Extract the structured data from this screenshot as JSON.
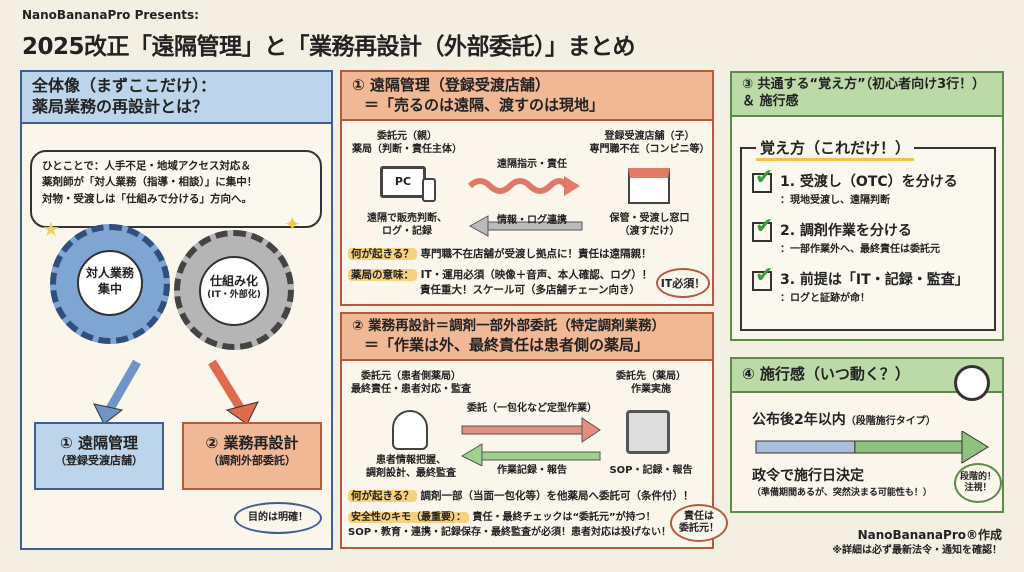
{
  "header": {
    "presenter": "NanoBananaPro Presents:",
    "title": "2025改正「遠隔管理」と「業務再設計（外部委託）」まとめ"
  },
  "overview": {
    "title1": "全体像（まずここだけ）：",
    "title2": "薬局業務の再設計とは？",
    "speech": [
      "ひとことで：人手不足・地域アクセス対応＆",
      "薬剤師が「対人業務（指導・相談）」に集中！",
      "対物・受渡しは「仕組みで分ける」方向へ。"
    ],
    "gear1": [
      "対人業務",
      "集中"
    ],
    "gear2": [
      "仕組み化",
      "(IT・外部化)"
    ],
    "box1": [
      "① 遠隔管理",
      "（登録受渡店舗）"
    ],
    "box2": [
      "② 業務再設計",
      "（調剤外部委託）"
    ],
    "bubble": "目的は明確！"
  },
  "remote": {
    "title1": "① 遠隔管理（登録受渡店舗）",
    "title2": "＝「売るのは遠隔、渡すのは現地」",
    "left": [
      "委託元（親）",
      "薬局（判断・責任主体）"
    ],
    "pc": "PC",
    "left_caption": [
      "遠隔で販売判断、",
      "ログ・記録"
    ],
    "right": [
      "登録受渡店舗（子）",
      "専門職不在（コンビニ等）"
    ],
    "right_caption": [
      "保管・受渡し窓口",
      "（渡すだけ）"
    ],
    "arrow_top": "遠隔指示・責任",
    "arrow_bottom": "情報・ログ連携",
    "q_label": "何が起きる？",
    "q_text": "専門職不在店舗が受渡し拠点に！責任は遠隔親！",
    "m_label": "薬局の意味：",
    "m_text1": "IT・運用必須（映像＋音声、本人確認、ログ）！",
    "m_text2": "責任重大！スケール可（多店舗チェーン向き）",
    "bubble": "IT必須！"
  },
  "redesign": {
    "title1": "② 業務再設計＝調剤一部外部委託（特定調剤業務）",
    "title2": "＝「作業は外、最終責任は患者側の薬局」",
    "left": [
      "委託元（患者側薬局）",
      "最終責任・患者対応・監査"
    ],
    "left_caption": [
      "患者情報把握、",
      "調剤設計、最終監査"
    ],
    "right": [
      "委託先（薬局）",
      "作業実施"
    ],
    "right_caption": "SOP・記録・報告",
    "arrow_top": "委託（一包化など定型作業）",
    "arrow_bottom": "作業記録・報告",
    "q_label": "何が起きる？",
    "q_text": "調剤一部（当面一包化等）を他薬局へ委託可（条件付）！",
    "s_label": "安全性のキモ（最重要）：",
    "s_text1": "責任・最終チェックは“委託元”が持つ！",
    "s_text2": "SOP・教育・連携・記録保存・最終監査が必須！患者対応は投げない！",
    "bubble": [
      "責任は",
      "委託元！"
    ]
  },
  "memo": {
    "title1": "③ 共通する“覚え方”（初心者向け3行！）",
    "title2": "＆ 施行感",
    "card_title": "覚え方（これだけ！）",
    "items": [
      {
        "main": "1. 受渡し（OTC）を分ける",
        "sub": "：現地受渡し、遠隔判断"
      },
      {
        "main": "2. 調剤作業を分ける",
        "sub": "：一部作業外へ、最終責任は委託元"
      },
      {
        "main": "3. 前提は「IT・記録・監査」",
        "sub": "：ログと証跡が命！"
      }
    ]
  },
  "timing": {
    "title": "④ 施行感（いつ動く？）",
    "line1": "公布後2年以内",
    "line1_note": "（段階施行タイプ）",
    "line2": "政令で施行日決定",
    "line2_note": "（準備期間あるが、突然決まる可能性も！）",
    "bubble": [
      "段階的！",
      "注視！"
    ],
    "progress_split": 0.48
  },
  "footer": {
    "credit": "NanoBananaPro®作成",
    "note": "※詳細は必ず最新法令・通知を確認！"
  }
}
